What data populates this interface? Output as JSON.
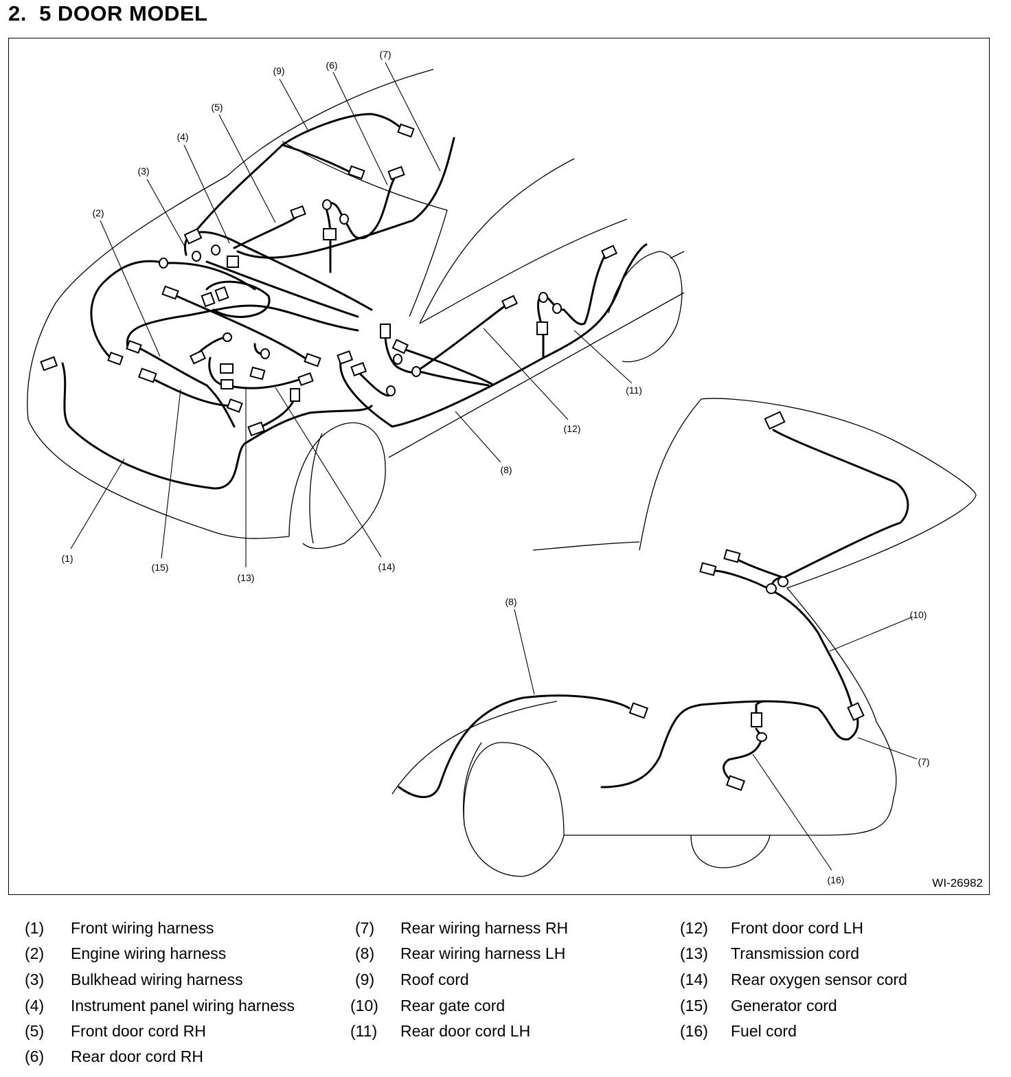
{
  "title": "2.  5 DOOR MODEL",
  "figure_id": "WI-26982",
  "callouts": [
    "(1)",
    "(2)",
    "(3)",
    "(4)",
    "(5)",
    "(6)",
    "(7)",
    "(8)",
    "(9)",
    "(10)",
    "(11)",
    "(12)",
    "(13)",
    "(14)",
    "(15)",
    "(16)"
  ],
  "legend": [
    {
      "num": "(1)",
      "label": "Front wiring harness"
    },
    {
      "num": "(2)",
      "label": "Engine wiring harness"
    },
    {
      "num": "(3)",
      "label": "Bulkhead wiring harness"
    },
    {
      "num": "(4)",
      "label": "Instrument panel wiring harness"
    },
    {
      "num": "(5)",
      "label": "Front door cord RH"
    },
    {
      "num": "(6)",
      "label": "Rear door cord RH"
    },
    {
      "num": "(7)",
      "label": "Rear wiring harness RH"
    },
    {
      "num": "(8)",
      "label": "Rear wiring harness LH"
    },
    {
      "num": "(9)",
      "label": "Roof cord"
    },
    {
      "num": "(10)",
      "label": "Rear gate cord"
    },
    {
      "num": "(11)",
      "label": "Rear door cord LH"
    },
    {
      "num": "(12)",
      "label": "Front door cord LH"
    },
    {
      "num": "(13)",
      "label": "Transmission cord"
    },
    {
      "num": "(14)",
      "label": "Rear oxygen sensor cord"
    },
    {
      "num": "(15)",
      "label": "Generator cord"
    },
    {
      "num": "(16)",
      "label": "Fuel cord"
    }
  ]
}
